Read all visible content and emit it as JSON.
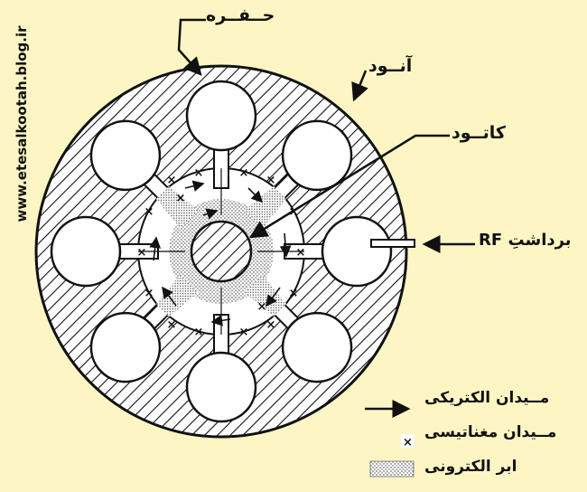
{
  "site_url": "www.etesalkootah.blog.ir",
  "labels": {
    "hole": "حــفــره",
    "anode": "آنــود",
    "cathode": "کاتــود",
    "rf_output_fa": "برداشتِ",
    "rf_output_en": "RF"
  },
  "legend": {
    "electric_field": "مــیدان الکتریکی",
    "magnetic_field": "مــیدان مغناتیسی",
    "electron_cloud": "ابر الکترونی"
  },
  "colors": {
    "background": "#fdf6c4",
    "ink": "#111111",
    "cavity_fill": "#ffffff"
  },
  "cavity_count": 8
}
